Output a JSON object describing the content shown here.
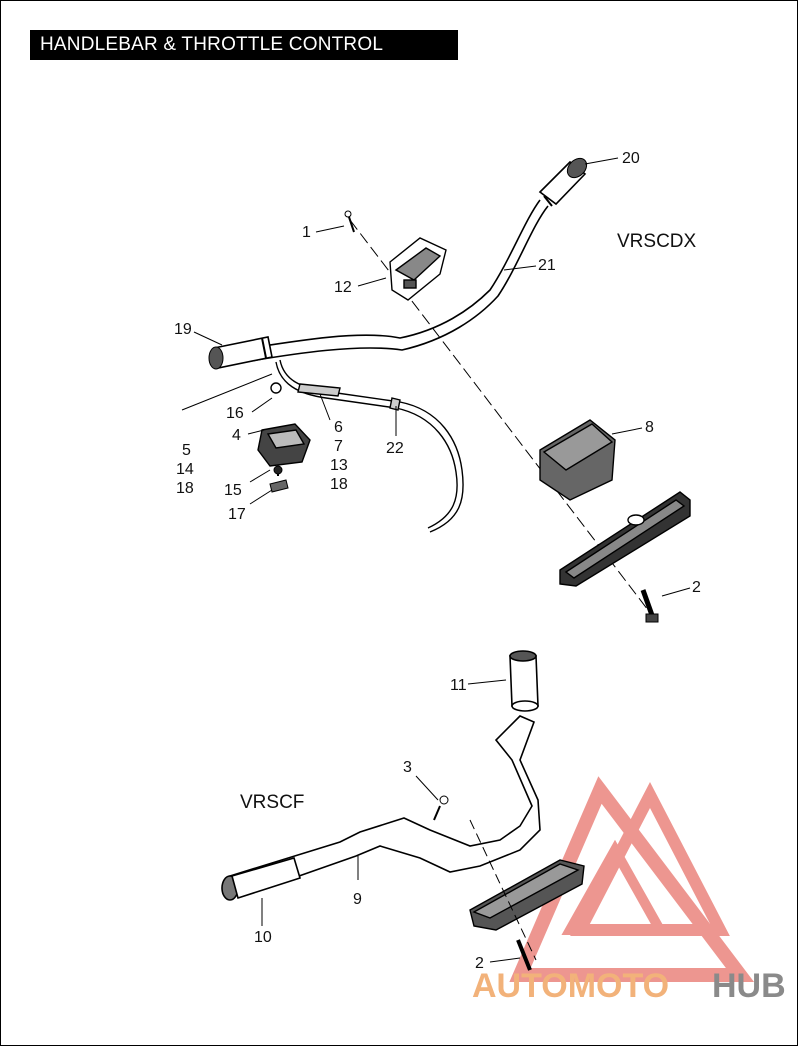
{
  "title": "HANDLEBAR & THROTTLE CONTROL",
  "models": {
    "top": "VRSCDX",
    "bottom": "VRSCF"
  },
  "callouts": [
    {
      "id": "c20",
      "text": "20"
    },
    {
      "id": "c1",
      "text": "1"
    },
    {
      "id": "c21",
      "text": "21"
    },
    {
      "id": "c12",
      "text": "12"
    },
    {
      "id": "c19",
      "text": "19"
    },
    {
      "id": "c16",
      "text": "16"
    },
    {
      "id": "c4",
      "text": "4"
    },
    {
      "id": "c5",
      "text": "5"
    },
    {
      "id": "c14",
      "text": "14"
    },
    {
      "id": "c18a",
      "text": "18"
    },
    {
      "id": "c6",
      "text": "6"
    },
    {
      "id": "c7",
      "text": "7"
    },
    {
      "id": "c13",
      "text": "13"
    },
    {
      "id": "c18b",
      "text": "18"
    },
    {
      "id": "c22",
      "text": "22"
    },
    {
      "id": "c8",
      "text": "8"
    },
    {
      "id": "c15",
      "text": "15"
    },
    {
      "id": "c17",
      "text": "17"
    },
    {
      "id": "c2a",
      "text": "2"
    },
    {
      "id": "c11",
      "text": "11"
    },
    {
      "id": "c3",
      "text": "3"
    },
    {
      "id": "c9",
      "text": "9"
    },
    {
      "id": "c10",
      "text": "10"
    },
    {
      "id": "c2b",
      "text": "2"
    }
  ],
  "watermark": {
    "part1": "AUTOMOTO",
    "part2": "HUB"
  },
  "colors": {
    "watermark_red": "#e8736b",
    "watermark_orange": "#f2b27a",
    "watermark_gray": "#8a8a8a"
  }
}
